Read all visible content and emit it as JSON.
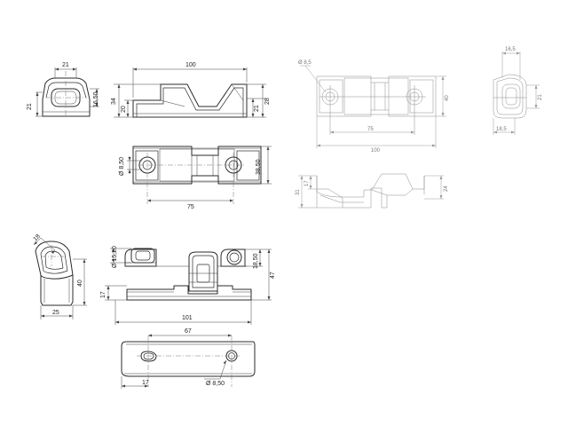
{
  "dimensions": {
    "end_width": "21",
    "end_height_left": "21",
    "end_height_right": "16,50",
    "side_length": "100",
    "side_34": "34",
    "side_20": "20",
    "side_21": "21",
    "side_28": "28",
    "top_hole_dia": "Ø 8,50",
    "top_width": "38,50",
    "top_hole_spacing": "75",
    "iso_18": "18",
    "iso_40": "40",
    "iso_25": "25",
    "front_17": "17",
    "front_hole_dia": "Ø 15,20",
    "front_18_50": "18,50",
    "front_47": "47",
    "front_101": "101",
    "base_67": "67",
    "base_17": "17",
    "base_hole_dia": "Ø 8,50"
  },
  "reference": {
    "hole_dia": "Ø 8,5",
    "width_40": "40",
    "spacing_75": "75",
    "length_100": "100",
    "height_31": "31",
    "height_17": "17",
    "height_24": "24",
    "end_16_5": "16,5",
    "end_21": "21",
    "end_18_5": "18,5"
  },
  "colors": {
    "line": "#2b2b2b",
    "dimension": "#444444",
    "reference": "#9a9a9a",
    "background": "#ffffff"
  }
}
